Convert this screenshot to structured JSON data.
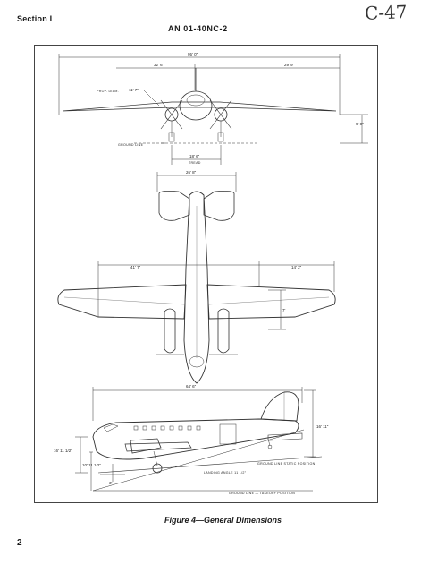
{
  "header": {
    "section_label": "Section I",
    "document_id": "AN 01-40NC-2",
    "handwritten_note": "C-47"
  },
  "figure": {
    "caption": "Figure 4—General Dimensions",
    "front_view": {
      "span": "95' 0\"",
      "half_span_left": "32' 6\"",
      "half_span_right": "29' 9\"",
      "prop_label": "PROP. DIAM.",
      "prop_diameter": "11' 7\"",
      "height": "9' 0\"",
      "ground_line_label": "GROUND LINE",
      "tread_value": "18' 6\"",
      "tread_label": "TREAD"
    },
    "top_view": {
      "tail_span": "26' 8\"",
      "wing_dim_left": "41' 7\"",
      "wing_dim_right": "14' 2\"",
      "chord_dim": "7'"
    },
    "side_view": {
      "length": "64' 6\"",
      "height_tail": "16' 11\"",
      "height_left": "16' 11 1/2\"",
      "height_small": "10' 11 1/2\"",
      "gear_dim": "3'",
      "ground_static_label": "GROUND LINE STATIC POSITION",
      "landing_angle_label": "LANDING ANGLE 11 1/2°",
      "ground_takeoff_label": "GROUND LINE — TAKEOFF POSITION"
    }
  },
  "page": {
    "number": "2"
  }
}
